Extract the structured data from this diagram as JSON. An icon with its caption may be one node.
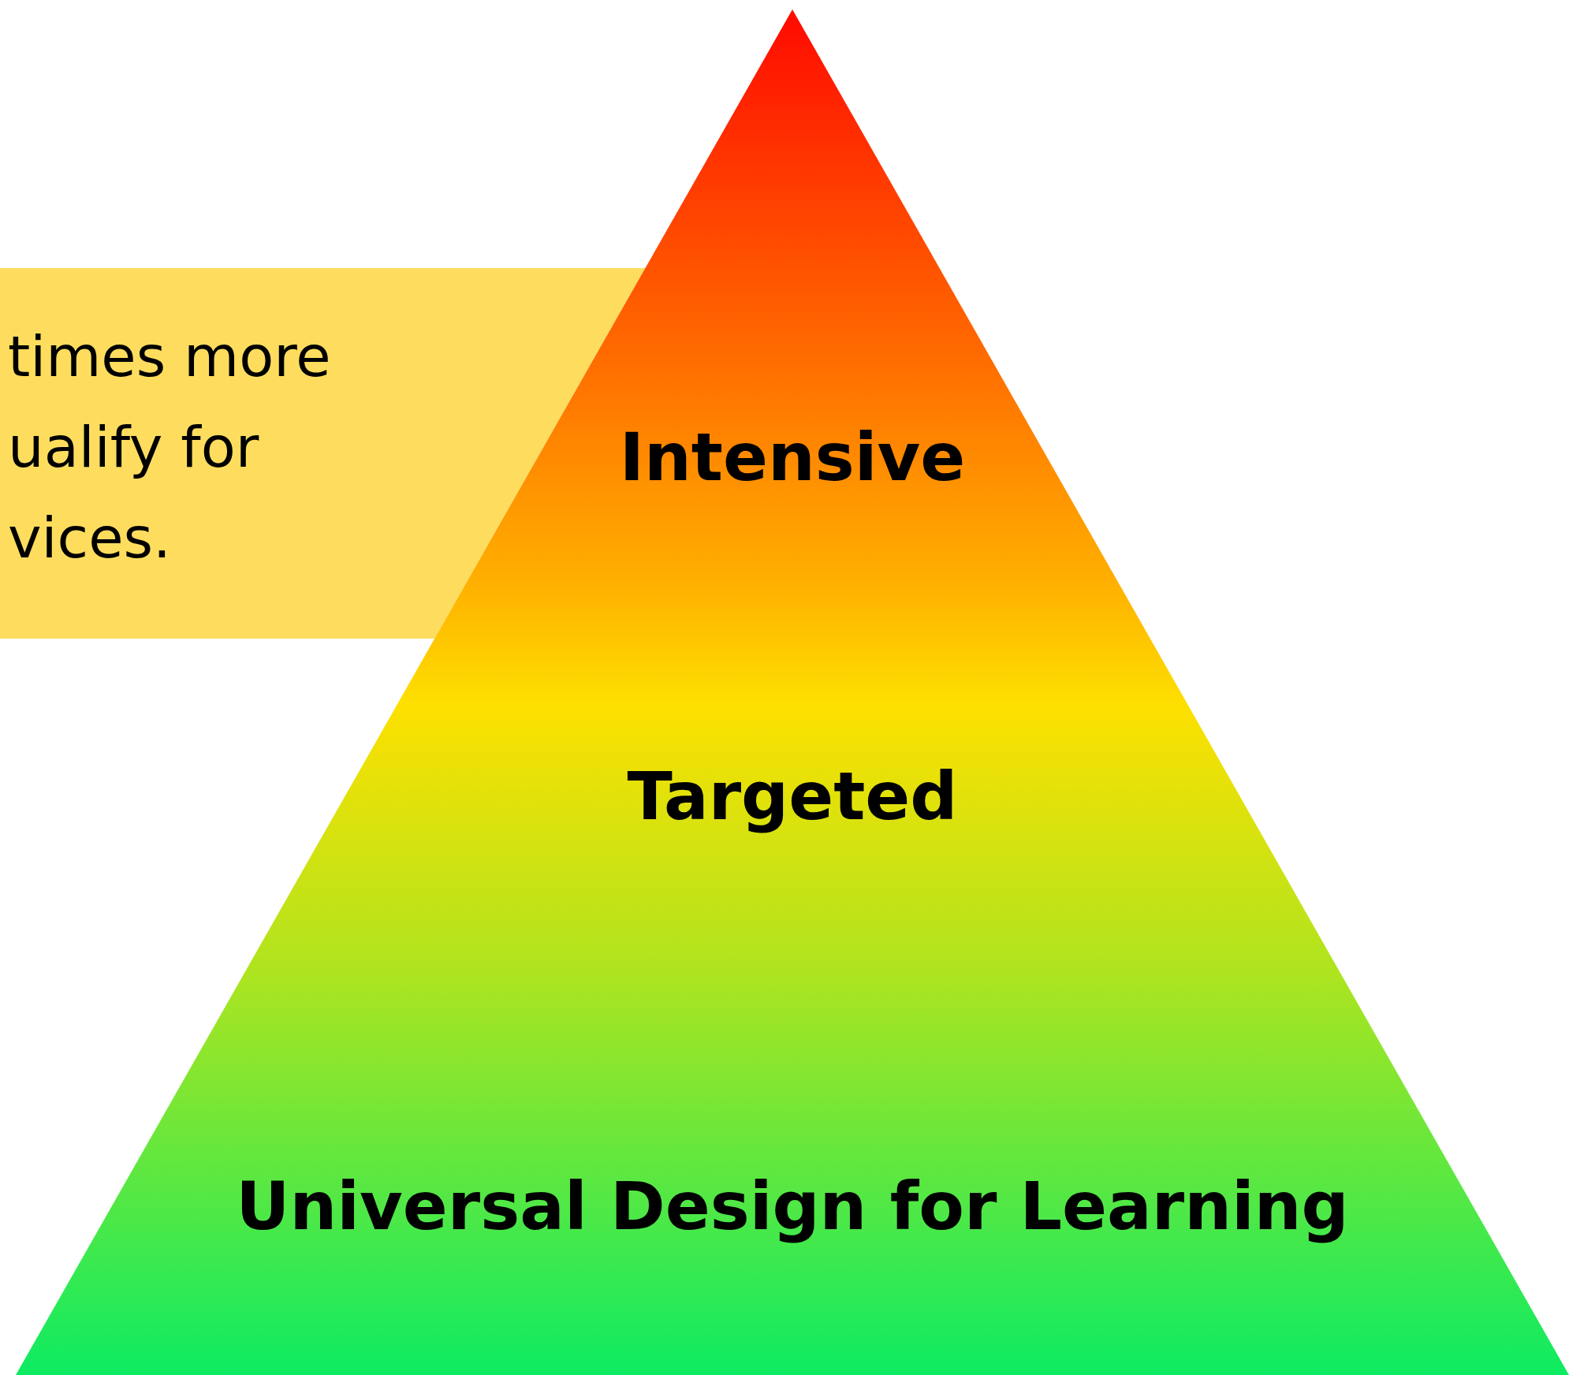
{
  "diagram": {
    "nodes": [
      {
        "text": [
          "times more ualify for vices."
        ]
      },
      {
        "text": [
          "Intensive",
          "Targeted",
          "Universal Design for Learning"
        ]
      }
    ]
  }
}
